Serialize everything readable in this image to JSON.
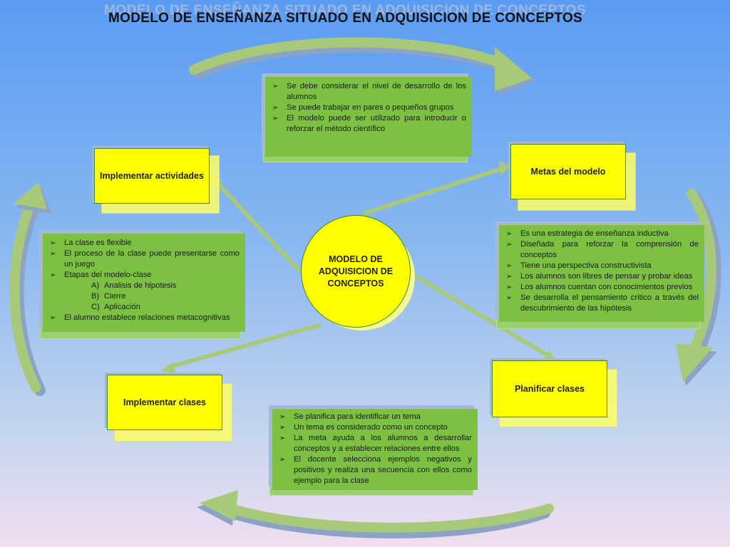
{
  "title": "MODELO DE ENSEÑANZA SITUADO EN ADQUISICION DE CONCEPTOS",
  "colors": {
    "yellow": "#ffff00",
    "green": "#7cc142",
    "arrow": "#a9c97a",
    "arrow_shadow": "#8da3c6"
  },
  "center": {
    "line1": "MODELO DE",
    "line2": "ADQUISICION DE",
    "line3": "CONCEPTOS"
  },
  "nodes": {
    "implementar_actividades": "Implementar actividades",
    "metas_del_modelo": "Metas del modelo",
    "planificar_clases": "Planificar clases",
    "implementar_clases": "Implementar clases"
  },
  "top_box": [
    "Se debe considerar el nivel de desarrollo de los alumnos",
    "Se puede trabajar en pares o pequeños grupos",
    "El modelo puede ser utilizado para introducir o reforzar el método científico"
  ],
  "left_box": {
    "items": [
      "La clase es flexible",
      "El proceso de la clase puede presentarse como un juego",
      "Etapas del modelo-clase"
    ],
    "stages": [
      {
        "mark": "A)",
        "text": "Analisis de hipotesis"
      },
      {
        "mark": "B)",
        "text": "Cierre"
      },
      {
        "mark": "C)",
        "text": "Aplicación"
      }
    ],
    "last": "El alumno establece relaciones metacognitivas"
  },
  "right_box": [
    "Es una estrategia de enseñanza inductiva",
    "Diseñada para reforzar la comprensión de conceptos",
    "Tiene una perspectiva constructivista",
    "Los alumnos son libres de pensar y probar ideas",
    "Los alumnos cuentan con conocimientos previos",
    "Se desarrolla el pensamiento critico a través del descubrimiento de las hipótesis"
  ],
  "bottom_box": [
    "Se planifica para identificar un tema",
    "Un tema es considerado como un concepto",
    "La meta ayuda a los alumnos a desarrollar conceptos y a establecer relaciones entre ellos",
    "El docente selecciona ejemplos negativos y positivos y realiza una secuencia con ellos como ejemplo para la clase"
  ]
}
